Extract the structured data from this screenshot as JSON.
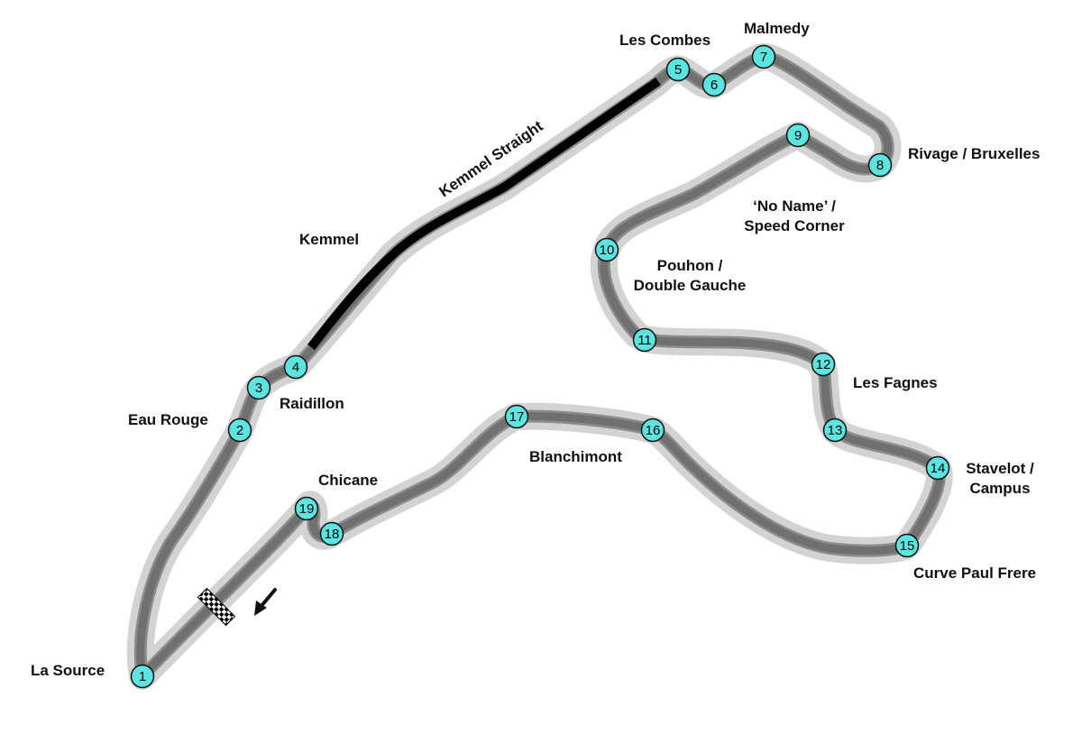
{
  "map": {
    "straight_label": "Kemmel Straight",
    "colors": {
      "background": "#ffffff",
      "runoff": "#d3d3d3",
      "track_edge": "#8c8c8c",
      "track": "#707070",
      "drs_zone": "#000000",
      "turn_marker": "#5ce5e0"
    },
    "turns": [
      {
        "number": "1"
      },
      {
        "number": "2"
      },
      {
        "number": "3"
      },
      {
        "number": "4"
      },
      {
        "number": "5"
      },
      {
        "number": "6"
      },
      {
        "number": "7"
      },
      {
        "number": "8"
      },
      {
        "number": "9"
      },
      {
        "number": "10"
      },
      {
        "number": "11"
      },
      {
        "number": "12"
      },
      {
        "number": "13"
      },
      {
        "number": "14"
      },
      {
        "number": "15"
      },
      {
        "number": "16"
      },
      {
        "number": "17"
      },
      {
        "number": "18"
      },
      {
        "number": "19"
      }
    ],
    "corner_names": [
      {
        "id": "la-source",
        "lines": [
          "La Source"
        ]
      },
      {
        "id": "eau-rouge",
        "lines": [
          "Eau Rouge"
        ]
      },
      {
        "id": "raidillon",
        "lines": [
          "Raidillon"
        ]
      },
      {
        "id": "kemmel",
        "lines": [
          "Kemmel"
        ]
      },
      {
        "id": "les-combes",
        "lines": [
          "Les Combes"
        ]
      },
      {
        "id": "malmedy",
        "lines": [
          "Malmedy"
        ]
      },
      {
        "id": "rivage",
        "lines": [
          "Rivage / Bruxelles"
        ]
      },
      {
        "id": "no-name",
        "lines": [
          "‘No Name’ /",
          "Speed Corner"
        ]
      },
      {
        "id": "pouhon",
        "lines": [
          "Pouhon /",
          "Double Gauche"
        ]
      },
      {
        "id": "les-fagnes",
        "lines": [
          "Les Fagnes"
        ]
      },
      {
        "id": "stavelot",
        "lines": [
          "Stavelot /",
          "Campus"
        ]
      },
      {
        "id": "paul-frere",
        "lines": [
          "Curve Paul Frere"
        ]
      },
      {
        "id": "blanchimont",
        "lines": [
          "Blanchimont"
        ]
      },
      {
        "id": "chicane",
        "lines": [
          "Chicane"
        ]
      }
    ]
  }
}
